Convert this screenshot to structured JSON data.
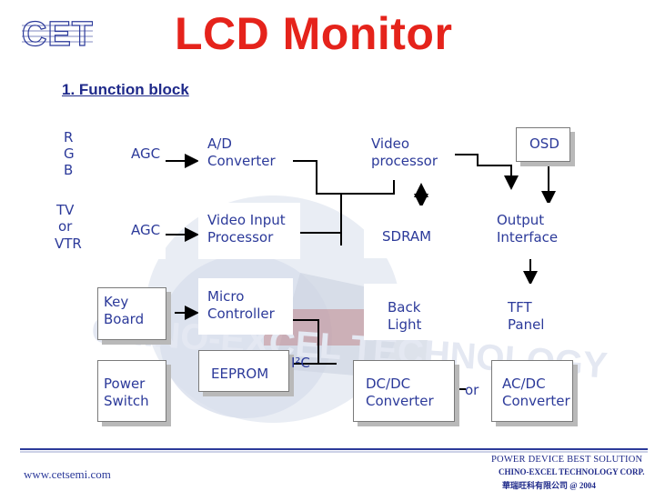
{
  "header": {
    "title": "LCD Monitor",
    "logo": "CET",
    "section": "1. Function block"
  },
  "diagram": {
    "inputs": {
      "r": "R",
      "g": "G",
      "b": "B",
      "tv": "TV",
      "or": "or",
      "vtr": "VTR"
    },
    "blocks": {
      "agc1": "AGC",
      "agc2": "AGC",
      "adc": "A/D\nConverter",
      "video_processor": "Video\nprocessor",
      "osd": "OSD",
      "video_input": "Video Input\nProcessor",
      "sdram": "SDRAM",
      "output_interface": "Output\nInterface",
      "key_board": "Key\nBoard",
      "micro_controller": "Micro\nController",
      "back_light": "Back\nLight",
      "tft_panel": "TFT\nPanel",
      "power_switch": "Power\nSwitch",
      "eeprom": "EEPROM",
      "dcdc": "DC/DC\nConverter",
      "acdc": "AC/DC\nConverter"
    },
    "labels": {
      "i2c": "I²C",
      "or_between": "or"
    },
    "watermark": "CHINO-EXCEL TECHNOLOGY"
  },
  "footer": {
    "url": "www.cetsemi.com",
    "line1": "POWER DEVICE BEST SOLUTION",
    "line2": "CHINO-EXCEL TECHNOLOGY CORP.",
    "line3": "華瑞旺科有限公司 @ 2004"
  },
  "colors": {
    "title": "#e5231b",
    "text": "#2c3a9a",
    "line": "#000000",
    "shadow": "#b9b9b9"
  }
}
